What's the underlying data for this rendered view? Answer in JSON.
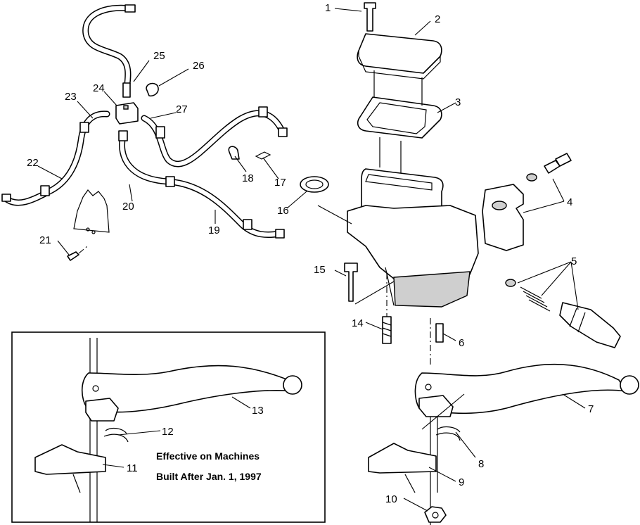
{
  "note": {
    "line1": "Effective on Machines",
    "line2": "Built After Jan. 1, 1997"
  },
  "callouts": [
    "1",
    "2",
    "3",
    "4",
    "5",
    "6",
    "7",
    "8",
    "9",
    "10",
    "11",
    "12",
    "13",
    "14",
    "15",
    "16",
    "17",
    "18",
    "19",
    "20",
    "21",
    "22",
    "23",
    "24",
    "25",
    "26",
    "27"
  ]
}
